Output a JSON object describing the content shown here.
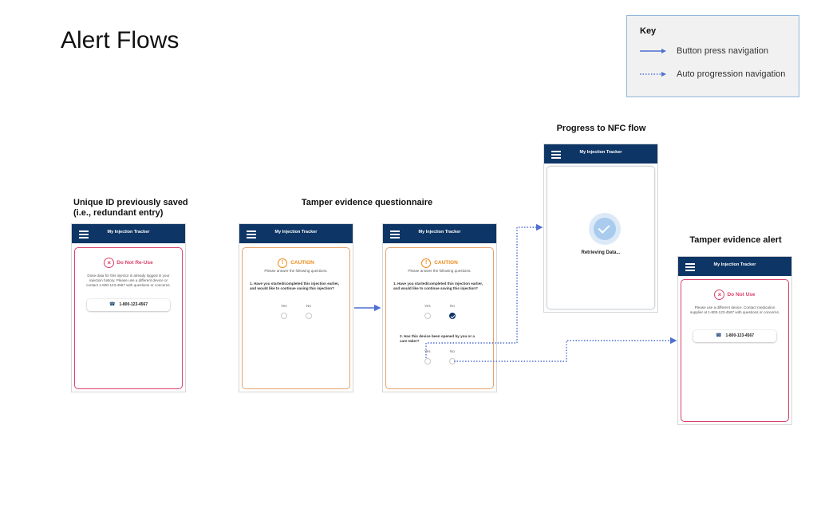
{
  "page": {
    "title": "Alert Flows"
  },
  "key": {
    "title": "Key",
    "items": [
      {
        "label": "Button press navigation",
        "style": "solid"
      },
      {
        "label": "Auto progression navigation",
        "style": "dotted"
      }
    ]
  },
  "colors": {
    "navy": "#0d3565",
    "arrow_blue": "#4f6fd1",
    "alert_red": "#d9426a",
    "caution_orange": "#ee8c1b"
  },
  "sections": {
    "unique_id": "Unique ID previously saved\n(i.e., redundant entry)",
    "tamper_questionnaire": "Tamper evidence questionnaire",
    "nfc_flow": "Progress to NFC flow",
    "tamper_alert": "Tamper evidence alert"
  },
  "app": {
    "header_title": "My Injection Tracker",
    "menu_icon": "hamburger-icon"
  },
  "screens": {
    "reuse": {
      "title": "Do Not Re-Use",
      "body": "Dose data for this injector is already logged in your injection history. Please use a different device or contact 1-800-123-4567 with questions or concerns.",
      "call_label": "1-800-123-4567"
    },
    "caution": {
      "title": "CAUTION",
      "instructions": "Please answer the following questions.",
      "q1": "1. Have you started/completed this injection earlier, and would like to continue saving this injection?",
      "q2": "2. Has this device been opened by you or a care taker?",
      "yes": "Yes",
      "no": "No"
    },
    "nfc": {
      "status": "Retrieving Data..."
    },
    "do_not_use": {
      "title": "Do Not Use",
      "body": "Please use a different device. Contact medication supplier at 1-800-123-4567 with questions or concerns.",
      "call_label": "1-800-123-4567"
    }
  }
}
